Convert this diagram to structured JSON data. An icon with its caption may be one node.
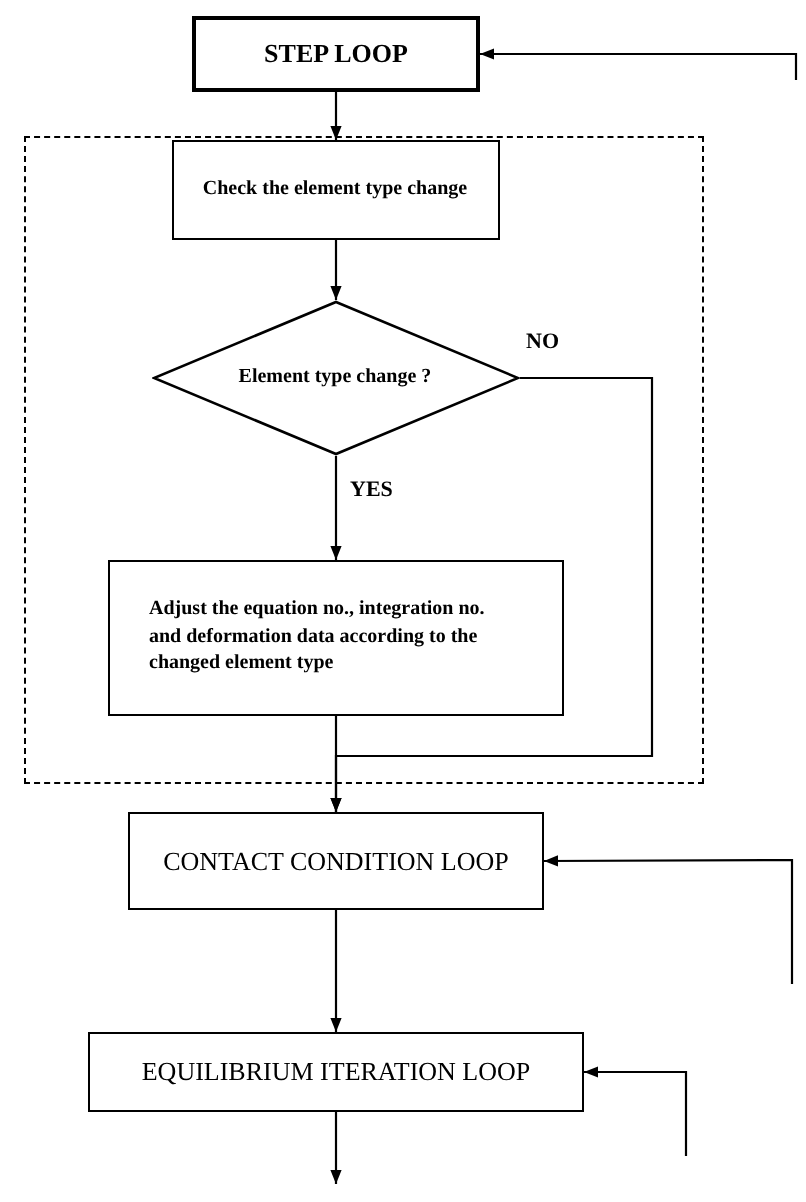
{
  "diagram": {
    "nodes": [
      {
        "text": [
          "STEP LOOP"
        ]
      },
      {
        "text": [],
        "shape": "box"
      },
      {
        "text": [
          "Check the element type change"
        ],
        "in": 1
      },
      {
        "text": [
          "Element type change ?"
        ],
        "in": 1
      },
      {
        "text": [
          "Adjust the equation no., integration no. and deformation data according to the changed element type"
        ],
        "in": 1
      },
      {
        "text": [
          "CONTACT CONDITION LOOP"
        ]
      },
      {
        "text": [
          "EQUILIBRIUM ITERATION LOOP"
        ]
      }
    ],
    "edges": [
      {
        "from": 0,
        "to": 2,
        "arrow": "to"
      },
      {
        "from": 2,
        "to": 3,
        "arrow": "to"
      },
      {
        "from": 3,
        "to": 4,
        "arrow": "to",
        "label": "YES"
      },
      {
        "from": 3,
        "to": 5,
        "arrow": "to",
        "label": "NO"
      },
      {
        "from": 4,
        "to": 5,
        "arrow": "to"
      },
      {
        "from": 5,
        "to": 6,
        "arrow": "to"
      },
      {
        "from": 6,
        "to": null,
        "arrow": "to"
      },
      {
        "from": null,
        "to": 0,
        "arrow": "to"
      },
      {
        "from": null,
        "to": 5,
        "arrow": "to"
      },
      {
        "from": null,
        "to": 6,
        "arrow": "to"
      }
    ]
  }
}
